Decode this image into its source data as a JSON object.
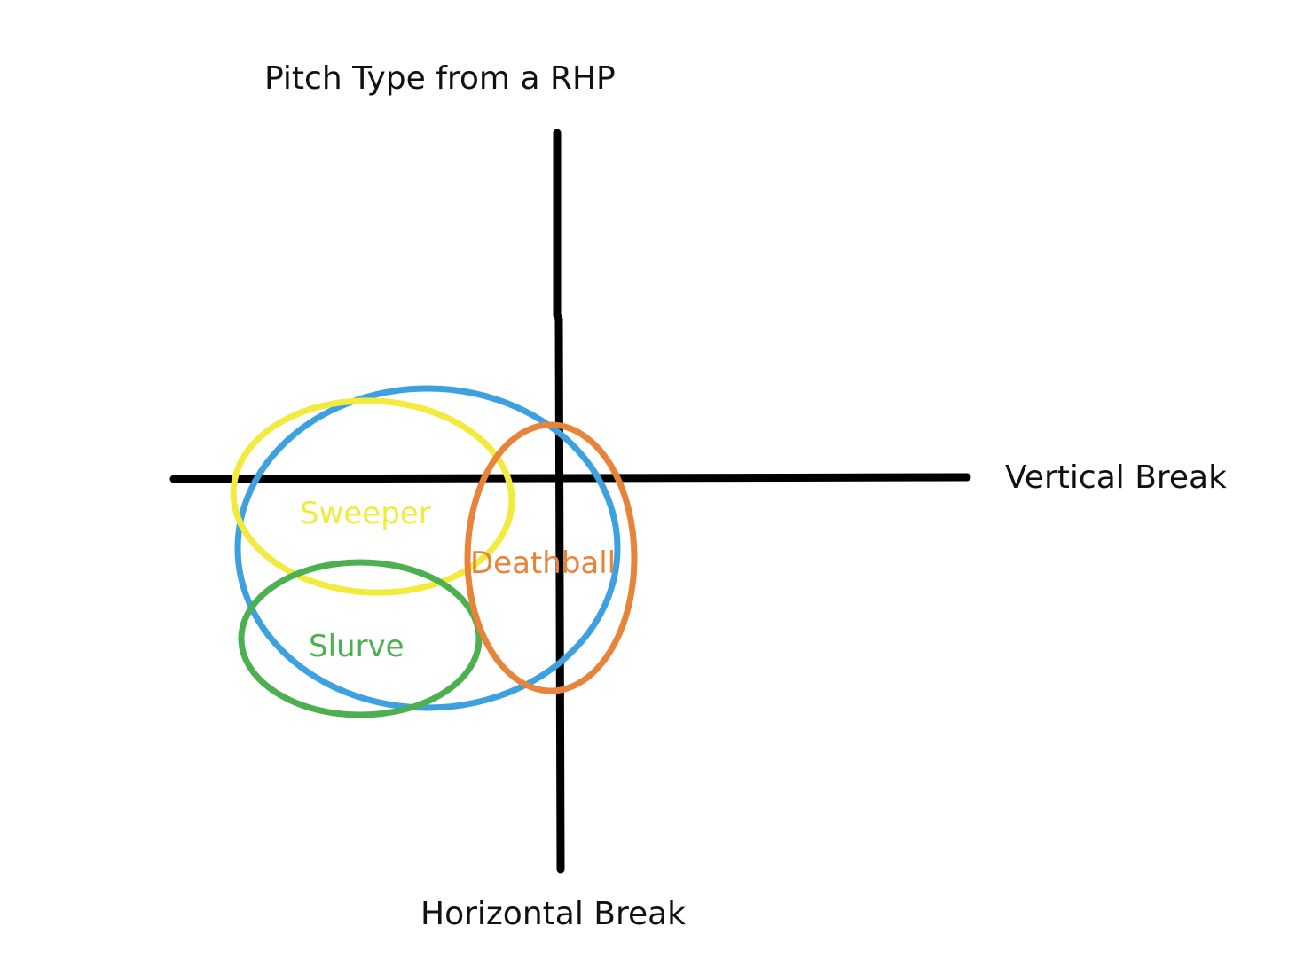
{
  "title": "Pitch Type from a RHP",
  "axes": {
    "horizontal_label": "Vertical Break",
    "vertical_label": "Horizontal Break"
  },
  "regions": [
    {
      "key": "blue",
      "name": "",
      "color": "#3da1e0"
    },
    {
      "key": "sweeper",
      "name": "Sweeper",
      "color": "#f2ea3c"
    },
    {
      "key": "slurve",
      "name": "Slurve",
      "color": "#4caf50"
    },
    {
      "key": "deathball",
      "name": "Deathball",
      "color": "#e8843a"
    }
  ],
  "axis_color": "#000000",
  "background": "#ffffff"
}
